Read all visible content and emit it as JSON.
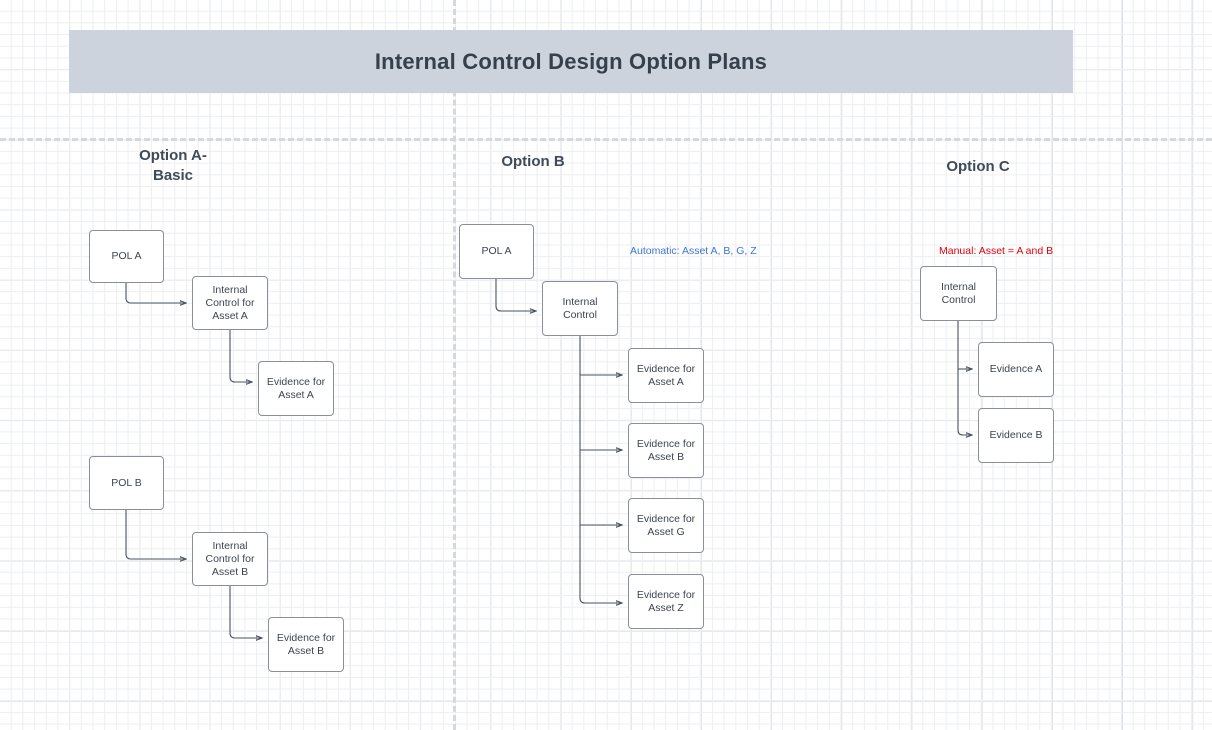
{
  "banner": {
    "title": "Internal Control Design Option Plans",
    "fill": "#ccd3dc",
    "text_color": "#36404d"
  },
  "columns": [
    {
      "id": "option-a",
      "label": "Option A-\nBasic"
    },
    {
      "id": "option-b",
      "label": "Option B"
    },
    {
      "id": "option-c",
      "label": "Option C"
    }
  ],
  "annotations": [
    {
      "id": "automatic-note",
      "text": "Automatic: Asset A, B, G, Z",
      "color": "#3b76d8"
    },
    {
      "id": "manual-note",
      "text": "Manual: Asset = A and B",
      "color": "#e8000b"
    }
  ],
  "option_a": {
    "nodes": [
      {
        "id": "a-pol-a",
        "label": "POL A"
      },
      {
        "id": "a-ic-a",
        "label": "Internal\nControl for\nAsset A"
      },
      {
        "id": "a-evidence-a",
        "label": "Evidence for\nAsset A"
      },
      {
        "id": "a-pol-b",
        "label": "POL B"
      },
      {
        "id": "a-ic-b",
        "label": "Internal\nControl for\nAsset B"
      },
      {
        "id": "a-evidence-b",
        "label": "Evidence for\nAsset B"
      }
    ]
  },
  "option_b": {
    "nodes": [
      {
        "id": "b-pol-a",
        "label": "POL A"
      },
      {
        "id": "b-ic",
        "label": "Internal\nControl"
      },
      {
        "id": "b-evidence-a",
        "label": "Evidence for\nAsset A"
      },
      {
        "id": "b-evidence-b",
        "label": "Evidence for\nAsset B"
      },
      {
        "id": "b-evidence-g",
        "label": "Evidence for\nAsset G"
      },
      {
        "id": "b-evidence-z",
        "label": "Evidence for\nAsset Z"
      }
    ]
  },
  "option_c": {
    "nodes": [
      {
        "id": "c-ic",
        "label": "Internal\nControl"
      },
      {
        "id": "c-evidence-a",
        "label": "Evidence A"
      },
      {
        "id": "c-evidence-b",
        "label": "Evidence B"
      }
    ]
  }
}
